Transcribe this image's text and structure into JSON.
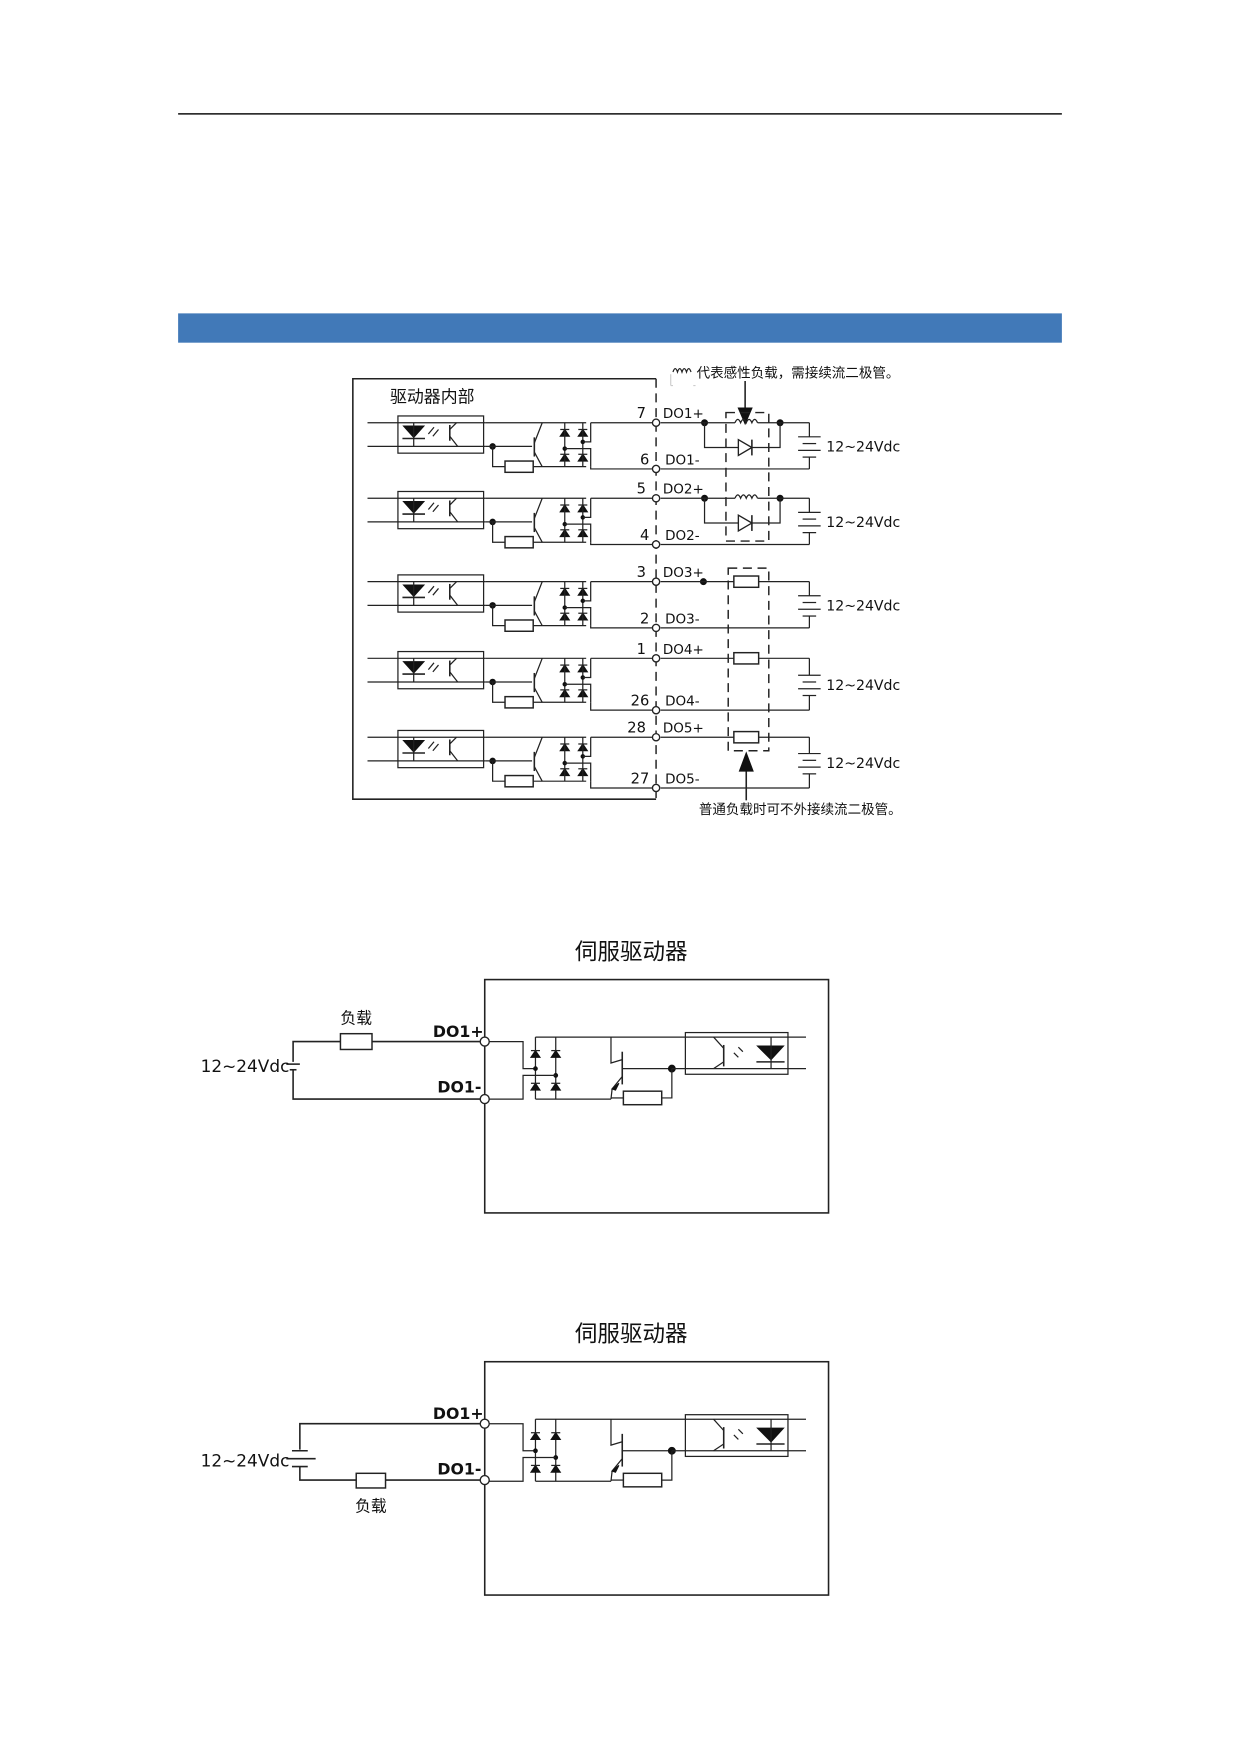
{
  "page": {
    "header_rule": true,
    "section_bar_color": "#4179B8"
  },
  "diagram1": {
    "inside_label": "驱动器内部",
    "inductive_note": "代表感性负载，需接续流二极管。",
    "normal_note": "普通负载时可不外接续流二极管。",
    "supply_label": "12~24Vdc",
    "channels": [
      {
        "pos_pin": "7",
        "pos_label": "DO1+",
        "neg_pin": "6",
        "neg_label": "DO1-",
        "load": "inductive"
      },
      {
        "pos_pin": "5",
        "pos_label": "DO2+",
        "neg_pin": "4",
        "neg_label": "DO2-",
        "load": "inductive"
      },
      {
        "pos_pin": "3",
        "pos_label": "DO3+",
        "neg_pin": "2",
        "neg_label": "DO3-",
        "load": "resistive"
      },
      {
        "pos_pin": "1",
        "pos_label": "DO4+",
        "neg_pin": "26",
        "neg_label": "DO4-",
        "load": "resistive"
      },
      {
        "pos_pin": "28",
        "pos_label": "DO5+",
        "neg_pin": "27",
        "neg_label": "DO5-",
        "load": "resistive"
      }
    ]
  },
  "diagram2": {
    "title": "伺服驱动器",
    "supply_label": "12~24Vdc",
    "load_label": "负载",
    "pos_label": "DO1+",
    "neg_label": "DO1-"
  },
  "diagram3": {
    "title": "伺服驱动器",
    "supply_label": "12~24Vdc",
    "load_label": "负载",
    "pos_label": "DO1+",
    "neg_label": "DO1-"
  }
}
